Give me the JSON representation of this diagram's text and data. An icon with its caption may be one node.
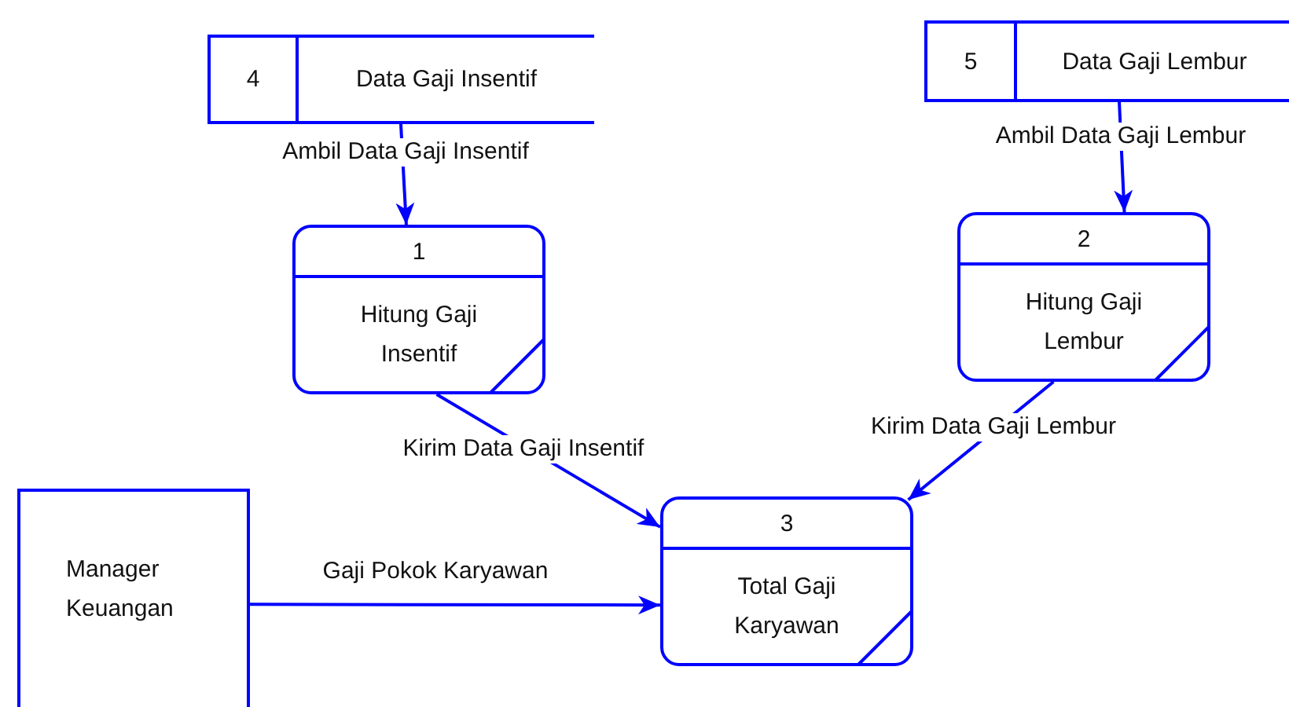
{
  "diagram": {
    "nodes": [
      {
        "text": [
          "4",
          "Data Gaji Insentif"
        ]
      },
      {
        "text": [
          "5",
          "Data Gaji Lembur"
        ]
      },
      {
        "text": [
          "1",
          "Hitung Gaji Insentif"
        ]
      },
      {
        "text": [
          "2",
          "Hitung Gaji Lembur"
        ]
      },
      {
        "text": [
          "Manager Keuangan"
        ]
      },
      {
        "text": [
          "3",
          "Total Gaji Karyawan"
        ]
      }
    ],
    "edges": [
      {
        "from": 0,
        "to": 2,
        "arrow": "to",
        "label": "Ambil Data Gaji Insentif"
      },
      {
        "from": 1,
        "to": 3,
        "arrow": "to",
        "label": "Ambil Data Gaji Lembur"
      },
      {
        "from": 2,
        "to": 5,
        "arrow": "to",
        "label": "Kirim Data Gaji Insentif"
      },
      {
        "from": 3,
        "to": 5,
        "arrow": "to",
        "label": "Kirim Data Gaji Lembur"
      },
      {
        "from": 4,
        "to": 5,
        "arrow": "to",
        "label": "Gaji Pokok Karyawan"
      }
    ]
  }
}
